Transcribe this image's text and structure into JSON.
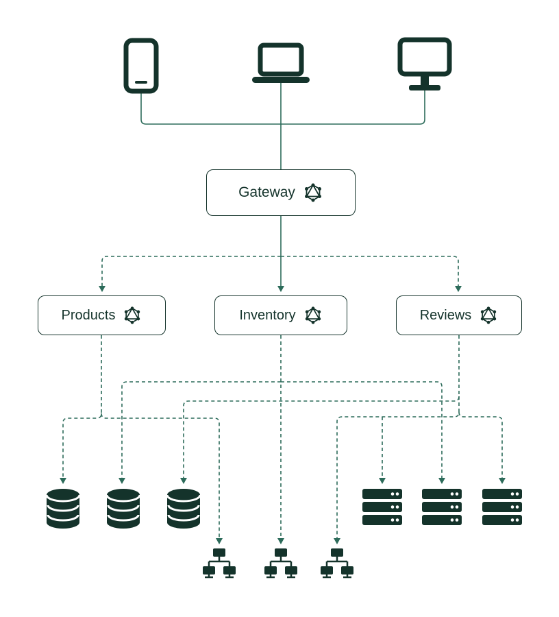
{
  "diagram": {
    "type": "graphql-federation-architecture",
    "colors": {
      "node_ink": "#14332b",
      "line": "#2c6b5a",
      "background": "#ffffff"
    },
    "clients": [
      {
        "icon": "tablet-icon"
      },
      {
        "icon": "laptop-icon"
      },
      {
        "icon": "desktop-icon"
      }
    ],
    "gateway": {
      "label": "Gateway",
      "icon": "graphql-icon"
    },
    "services": [
      {
        "label": "Products",
        "icon": "graphql-icon"
      },
      {
        "label": "Inventory",
        "icon": "graphql-icon"
      },
      {
        "label": "Reviews",
        "icon": "graphql-icon"
      }
    ],
    "resources": [
      {
        "icon": "database-icon",
        "count": 3
      },
      {
        "icon": "network-icon",
        "count": 3
      },
      {
        "icon": "server-icon",
        "count": 3
      }
    ],
    "edges": [
      {
        "from": "clients",
        "to": "gateway",
        "style": "solid"
      },
      {
        "from": "gateway",
        "to": "Products",
        "style": "dashed-arrow"
      },
      {
        "from": "gateway",
        "to": "Inventory",
        "style": "solid-arrow"
      },
      {
        "from": "gateway",
        "to": "Reviews",
        "style": "dashed-arrow"
      },
      {
        "from": "services",
        "to": "resources",
        "style": "dashed-arrow"
      }
    ]
  }
}
